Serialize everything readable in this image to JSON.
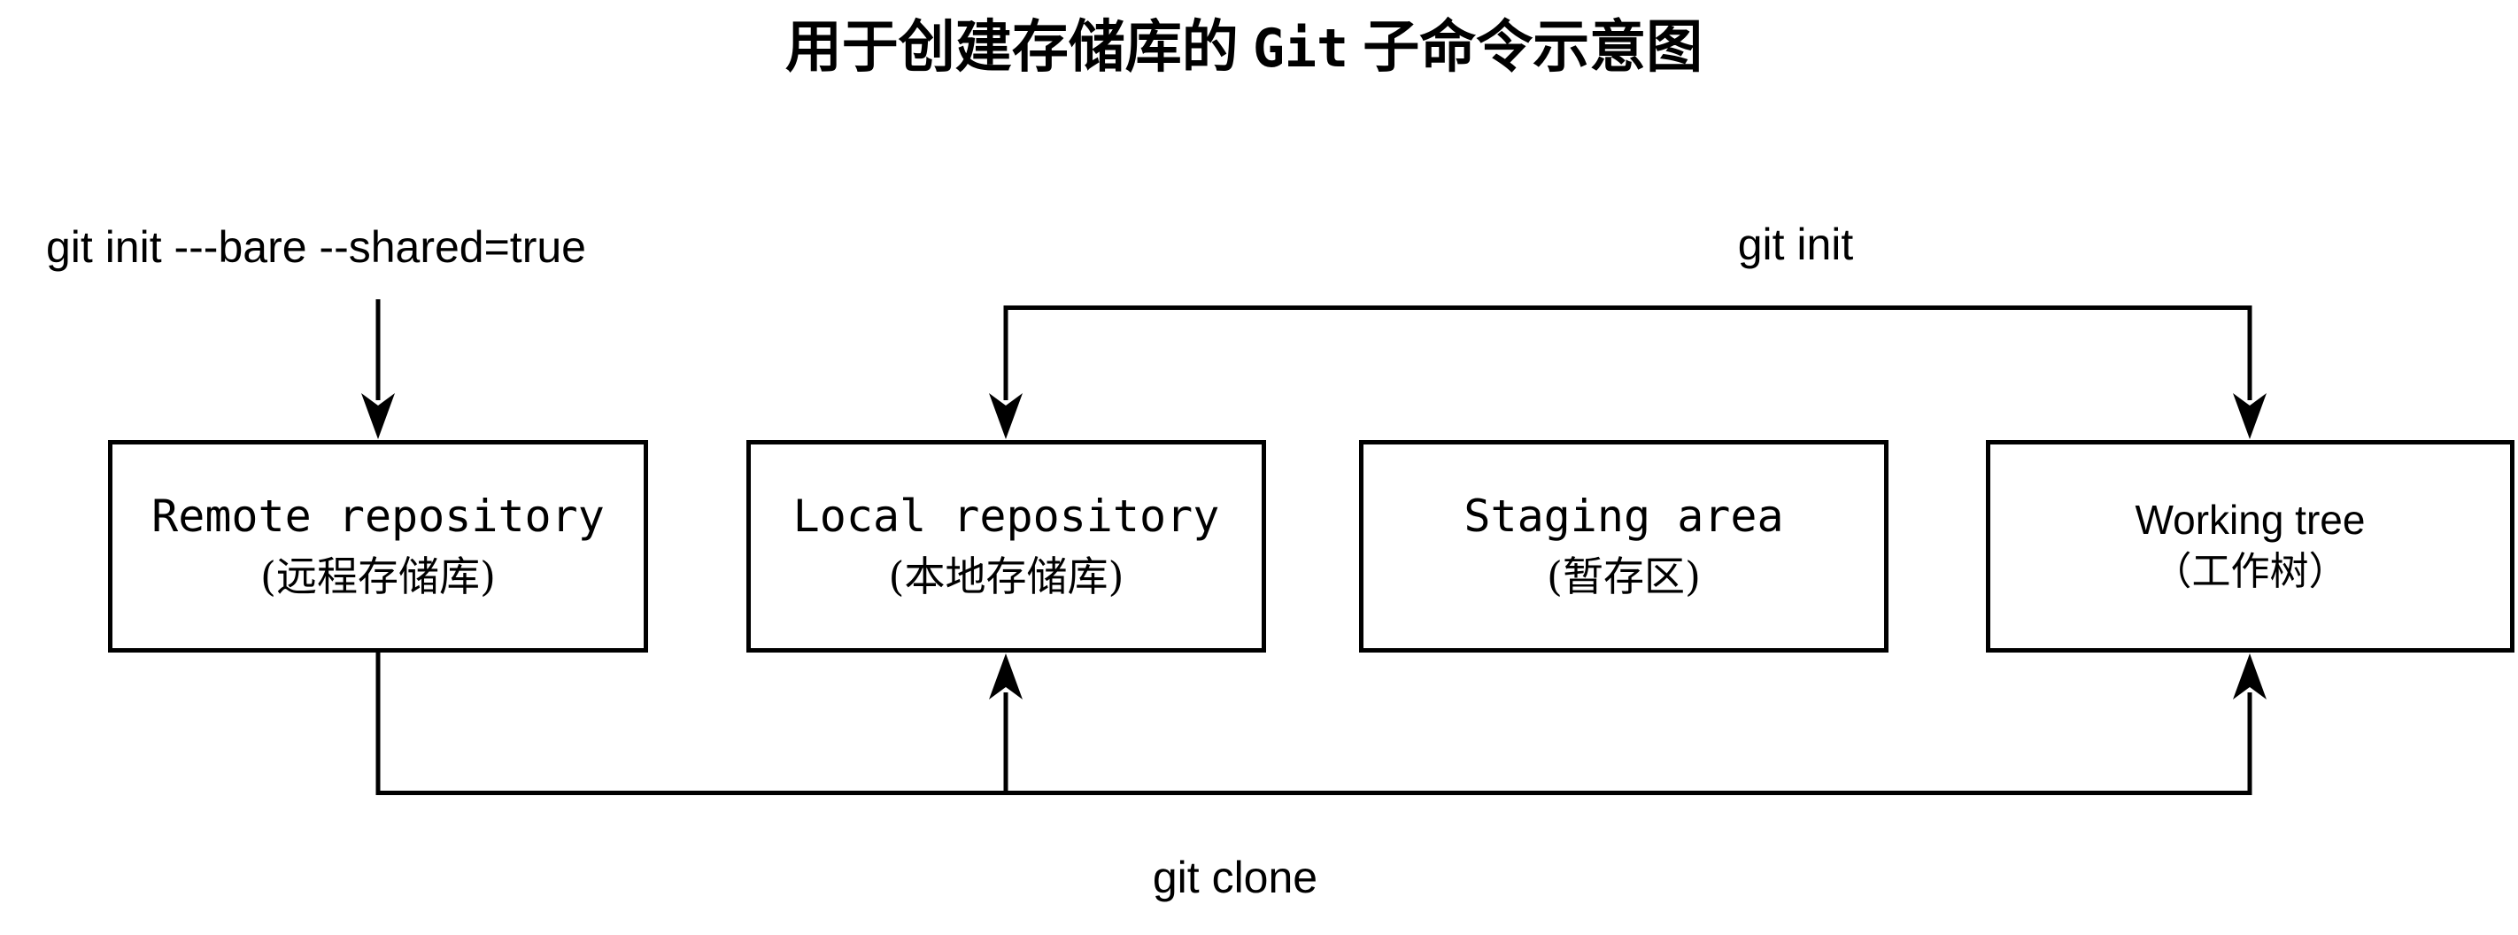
{
  "title": {
    "text_before_code": "用于创建存储库的",
    "code": "Git",
    "text_after_code": "子命令示意图"
  },
  "edge_labels": {
    "git_init_bare": "git init ---bare --shared=true",
    "git_init": "git init",
    "git_clone": "git clone"
  },
  "nodes": [
    {
      "name_en": "Remote repository",
      "name_zh": "(远程存储库)"
    },
    {
      "name_en": "Local repository",
      "name_zh": "(本地存储库)"
    },
    {
      "name_en": "Staging area",
      "name_zh": "(暂存区)"
    },
    {
      "name_en": "Working tree",
      "name_zh": "（工作树）"
    }
  ],
  "colors": {
    "background": "#ffffff",
    "line": "#000000",
    "text": "#000000"
  }
}
